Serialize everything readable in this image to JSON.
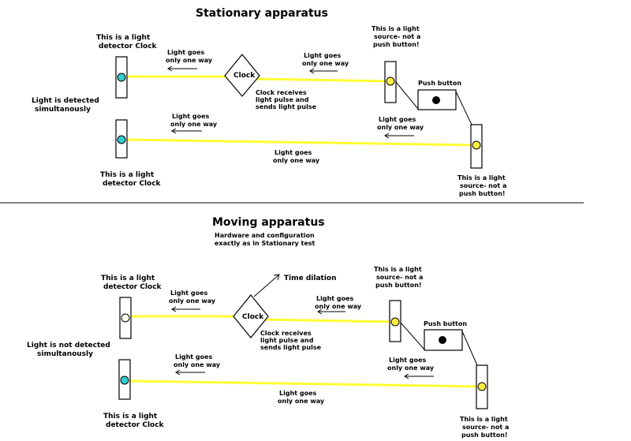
{
  "stationary": {
    "title": "Stationary apparatus",
    "detector_top": [
      "This is a light",
      "detector Clock"
    ],
    "detector_bottom": [
      "This is a light",
      "detector Clock"
    ],
    "source_top": [
      "This is a light",
      "source- not a",
      "push button!"
    ],
    "source_bottom": [
      "This is a light",
      "source- not a",
      "push button!"
    ],
    "push_button": "Push button",
    "clock": "Clock",
    "clock_note": [
      "Clock receives",
      "light pulse and",
      "sends light pulse"
    ],
    "light_goes": [
      "Light goes",
      "only one way"
    ],
    "result": [
      "Light is detected",
      "simultanously"
    ]
  },
  "moving": {
    "title": "Moving apparatus",
    "subtitle": [
      "Hardware and configuration",
      "exactly as in Stationary test"
    ],
    "time_dilation": "Time dilation",
    "detector_top": [
      "This is a light",
      "detector Clock"
    ],
    "detector_bottom": [
      "This is a light",
      "detector Clock"
    ],
    "source_top": [
      "This is a light",
      "source- not a",
      "push button!"
    ],
    "source_bottom": [
      "This is a light",
      "source- not a",
      "push button!"
    ],
    "push_button": "Push button",
    "clock": "Clock",
    "clock_note": [
      "Clock receives",
      "light pulse and",
      "sends light pulse"
    ],
    "light_goes": [
      "Light goes",
      "only one way"
    ],
    "result": [
      "Light is not detected",
      "simultanously"
    ]
  },
  "colors": {
    "beam": "#ffff33",
    "detector_lit": "#33cccc",
    "source_lamp": "#ffee44",
    "button": "#000000",
    "divider": "#000000"
  }
}
